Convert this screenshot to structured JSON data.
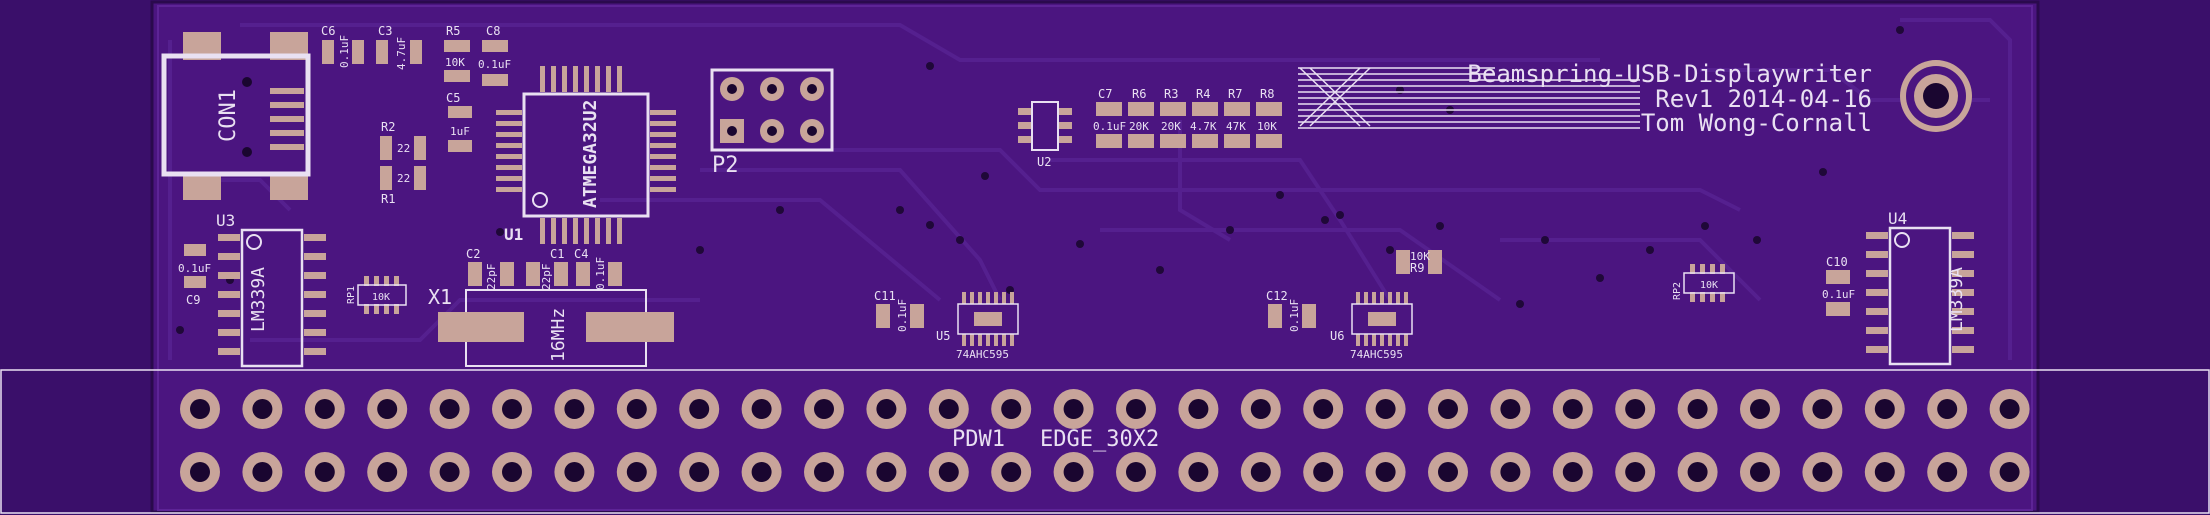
{
  "board": {
    "colors": {
      "background": "#3a0f6a",
      "board": "#4b1580",
      "silk": "#e9e0f2",
      "pad": "#c8a49a",
      "trace": "#55208f"
    },
    "title_lines": [
      "Beamspring-USB-Displaywriter",
      "Rev1 2014-04-16",
      "Tom Wong-Cornall"
    ],
    "connector": {
      "ref": "CON1"
    },
    "mcu": {
      "ref": "U1",
      "value": "ATMEGA32U2"
    },
    "header": {
      "ref": "P2"
    },
    "edge": {
      "ref": "PDW1",
      "value": "EDGE_30X2"
    },
    "crystal": {
      "ref": "X1",
      "value": "16MHz"
    },
    "comparators": [
      {
        "ref": "U3",
        "value": "LM339A"
      },
      {
        "ref": "U4",
        "value": "LM339A"
      }
    ],
    "shift_registers": [
      {
        "ref": "U5",
        "value": "74AHC595"
      },
      {
        "ref": "U6",
        "value": "74AHC595"
      }
    ],
    "u2": {
      "ref": "U2"
    },
    "resnets": [
      {
        "ref": "RP1",
        "value": "10K"
      },
      {
        "ref": "RP2",
        "value": "10K"
      }
    ],
    "parts": {
      "c6": {
        "ref": "C6",
        "value": "0.1uF"
      },
      "c3": {
        "ref": "C3",
        "value": "4.7uF"
      },
      "r5": {
        "ref": "R5",
        "value": "10K"
      },
      "c8": {
        "ref": "C8",
        "value": "0.1uF"
      },
      "c5": {
        "ref": "C5",
        "value": "1uF"
      },
      "r2": {
        "ref": "R2",
        "value": "22"
      },
      "r1": {
        "ref": "R1",
        "value": "22"
      },
      "c7": {
        "ref": "C7",
        "value": "0.1uF"
      },
      "r6": {
        "ref": "R6",
        "value": "20K"
      },
      "r3": {
        "ref": "R3",
        "value": "20K"
      },
      "r4": {
        "ref": "R4",
        "value": "4.7K"
      },
      "r7": {
        "ref": "R7",
        "value": "47K"
      },
      "r8": {
        "ref": "R8",
        "value": "10K"
      },
      "c9": {
        "ref": "C9",
        "value": "0.1uF"
      },
      "c2": {
        "ref": "C2",
        "value": "22pF"
      },
      "c1": {
        "ref": "C1",
        "value": "22pF"
      },
      "c4": {
        "ref": "C4",
        "value": "0.1uF"
      },
      "c11": {
        "ref": "C11",
        "value": "0.1uF"
      },
      "c12": {
        "ref": "C12",
        "value": "0.1uF"
      },
      "r9": {
        "ref": "R9",
        "value": "10K"
      },
      "c10": {
        "ref": "C10",
        "value": "0.1uF"
      }
    }
  }
}
